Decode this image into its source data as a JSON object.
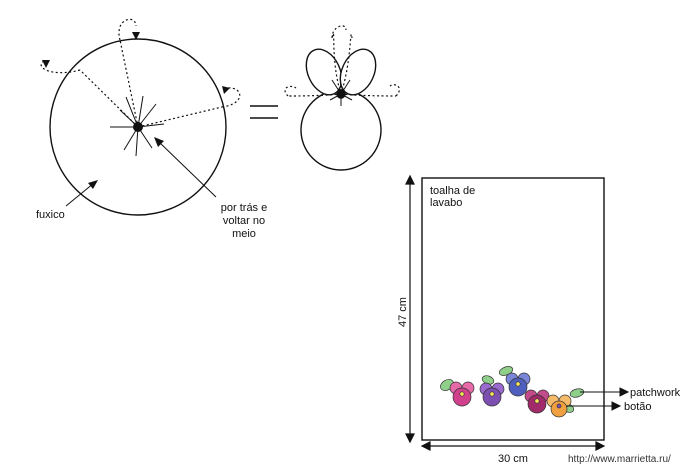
{
  "labels": {
    "fuxico": "fuxico",
    "back_line1": "por trás e",
    "back_line2": "voltar no",
    "back_line3": "meio",
    "towel_line1": "toalha de",
    "towel_line2": "lavabo",
    "height": "47 cm",
    "width": "30 cm",
    "patchwork": "patchwork",
    "button": "botão",
    "watermark": "http://www.marrietta.ru/"
  },
  "colors": {
    "line": "#111111",
    "flower_pink": "#d0408c",
    "flower_purple": "#7c4fb0",
    "flower_blue": "#4f5fbf",
    "flower_orange": "#f0a040",
    "flower_magenta": "#a02a6a",
    "leaf": "#8fcf8a"
  }
}
